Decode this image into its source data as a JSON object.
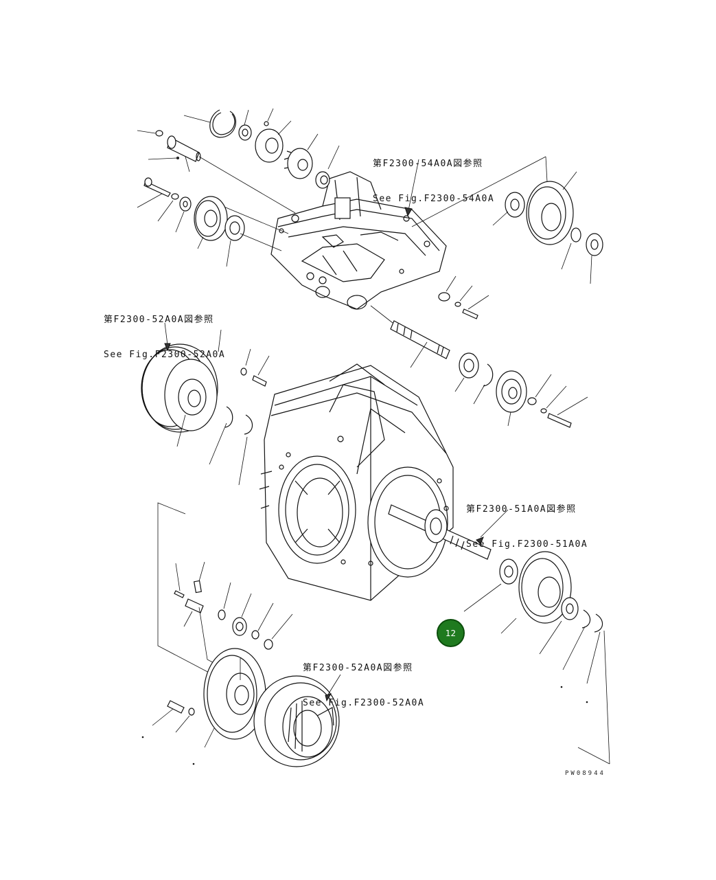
{
  "references": [
    {
      "id": "ref-54a0a",
      "jp": "第F2300-54A0A図参照",
      "en": "See Fig.F2300-54A0A"
    },
    {
      "id": "ref-52a0a-top",
      "jp": "第F2300-52A0A図参照",
      "en": "See Fig.F2300-52A0A"
    },
    {
      "id": "ref-51a0a",
      "jp": "第F2300-51A0A図参照",
      "en": "See Fig.F2300-51A0A"
    },
    {
      "id": "ref-52a0a-bottom",
      "jp": "第F2300-52A0A図参照",
      "en": "See Fig.F2300-52A0A"
    }
  ],
  "badge": {
    "label": "12",
    "color": "#1f7a1f"
  },
  "drawing_code": "PW08944"
}
